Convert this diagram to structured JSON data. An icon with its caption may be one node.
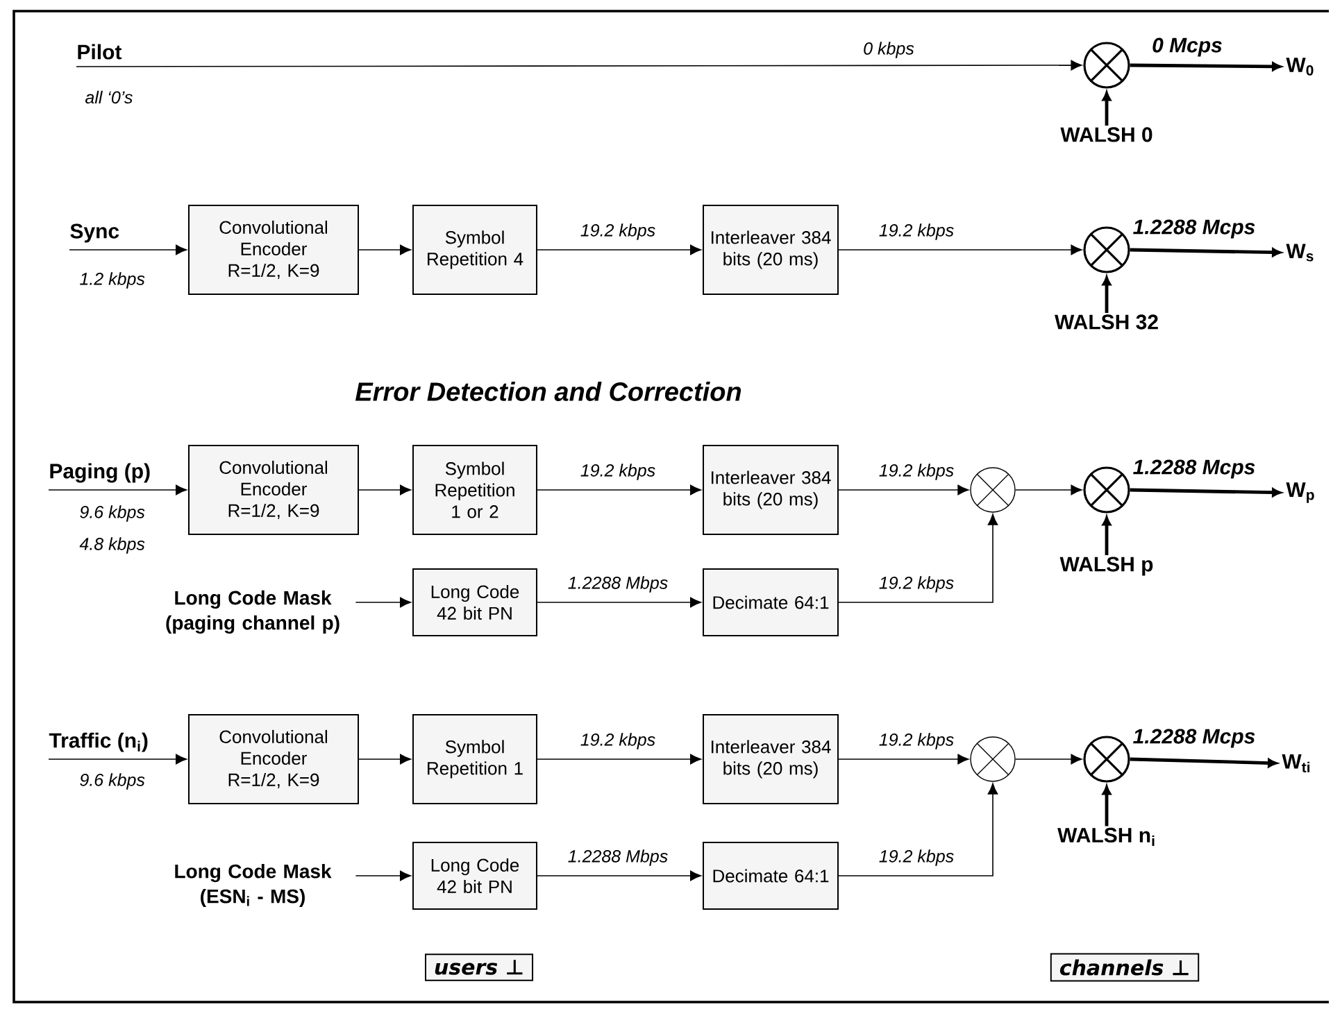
{
  "diagram": {
    "nodes": [
      {
        "text": [
          "Pilot"
        ],
        "beside": [
          "all ‘0’s"
        ]
      },
      {
        "text": [],
        "shape": "circle"
      },
      {
        "text": [
          "WALSH 0"
        ]
      },
      {
        "text": [
          "W$_{0}$"
        ]
      },
      {
        "text": [
          "Sync"
        ],
        "beside": [
          "1.2 kbps"
        ]
      },
      {
        "text": [
          "Convolutional Encoder R=1/2, K=9"
        ]
      },
      {
        "text": [
          "Symbol Repetition 4"
        ]
      },
      {
        "text": [
          "Interleaver 384 bits (20 ms)"
        ]
      },
      {
        "text": [],
        "shape": "circle"
      },
      {
        "text": [
          "WALSH 32"
        ]
      },
      {
        "text": [
          "W$_{s}$"
        ]
      },
      {
        "text": [
          "Paging (p)"
        ],
        "beside": [
          "9.6 kbps",
          "4.8 kbps"
        ]
      },
      {
        "text": [
          "Convolutional Encoder R=1/2, K=9"
        ]
      },
      {
        "text": [
          "Symbol Repetition 1 or 2"
        ]
      },
      {
        "text": [
          "Interleaver 384 bits (20 ms)"
        ]
      },
      {
        "text": [],
        "shape": "circle"
      },
      {
        "text": [],
        "shape": "circle"
      },
      {
        "text": [
          "WALSH p"
        ]
      },
      {
        "text": [
          "W$_{p}$"
        ]
      },
      {
        "text": [
          "Long Code Mask (paging channel p)"
        ]
      },
      {
        "text": [
          "Long Code 42 bit PN"
        ]
      },
      {
        "text": [
          "Decimate 64:1"
        ]
      },
      {
        "text": [
          "Traffic (n$_{i}$)"
        ],
        "beside": [
          "9.6 kbps"
        ]
      },
      {
        "text": [
          "Convolutional Encoder R=1/2, K=9"
        ]
      },
      {
        "text": [
          "Symbol Repetition 1"
        ]
      },
      {
        "text": [
          "Interleaver 384 bits (20 ms)"
        ]
      },
      {
        "text": [],
        "shape": "circle"
      },
      {
        "text": [],
        "shape": "circle"
      },
      {
        "text": [
          "WALSH n$_{i}$"
        ]
      },
      {
        "text": [
          "W$_{ti}$"
        ]
      },
      {
        "text": [
          "Long Code Mask (ESN$_{i}$ - MS)"
        ]
      },
      {
        "text": [
          "Long Code 42 bit PN"
        ]
      },
      {
        "text": [
          "Decimate 64:1"
        ]
      },
      {
        "text": [
          "users ⊥"
        ]
      },
      {
        "text": [
          "channels ⊥"
        ]
      }
    ],
    "edges": [
      {
        "from": 0,
        "to": 1,
        "arrow": "to",
        "label": "0 kbps"
      },
      {
        "from": 2,
        "to": 1,
        "arrow": "to",
        "style": "thick"
      },
      {
        "from": 1,
        "to": 3,
        "arrow": "to",
        "label": "0 Mcps",
        "style": "thick"
      },
      {
        "from": 4,
        "to": 5,
        "arrow": "to"
      },
      {
        "from": 5,
        "to": 6,
        "arrow": "to"
      },
      {
        "from": 6,
        "to": 7,
        "arrow": "to",
        "label": "19.2 kbps"
      },
      {
        "from": 7,
        "to": 8,
        "arrow": "to",
        "label": "19.2 kbps"
      },
      {
        "from": 9,
        "to": 8,
        "arrow": "to",
        "style": "thick"
      },
      {
        "from": 8,
        "to": 10,
        "arrow": "to",
        "label": "1.2288 Mcps",
        "style": "thick"
      },
      {
        "from": 11,
        "to": 12,
        "arrow": "to"
      },
      {
        "from": 12,
        "to": 13,
        "arrow": "to"
      },
      {
        "from": 13,
        "to": 14,
        "arrow": "to",
        "label": "19.2 kbps"
      },
      {
        "from": 14,
        "to": 15,
        "arrow": "to",
        "label": "19.2 kbps"
      },
      {
        "from": 15,
        "to": 16,
        "arrow": "to"
      },
      {
        "from": 17,
        "to": 16,
        "arrow": "to",
        "style": "thick"
      },
      {
        "from": 16,
        "to": 18,
        "arrow": "to",
        "label": "1.2288 Mcps",
        "style": "thick"
      },
      {
        "from": 19,
        "to": 20,
        "arrow": "to"
      },
      {
        "from": 20,
        "to": 21,
        "arrow": "to",
        "label": "1.2288 Mbps"
      },
      {
        "from": 21,
        "to": 15,
        "arrow": "to",
        "label": "19.2 kbps"
      },
      {
        "from": 22,
        "to": 23,
        "arrow": "to"
      },
      {
        "from": 23,
        "to": 24,
        "arrow": "to"
      },
      {
        "from": 24,
        "to": 25,
        "arrow": "to",
        "label": "19.2 kbps"
      },
      {
        "from": 25,
        "to": 26,
        "arrow": "to",
        "label": "19.2 kbps"
      },
      {
        "from": 26,
        "to": 27,
        "arrow": "to"
      },
      {
        "from": 28,
        "to": 27,
        "arrow": "to",
        "style": "thick"
      },
      {
        "from": 27,
        "to": 29,
        "arrow": "to",
        "label": "1.2288 Mcps",
        "style": "thick"
      },
      {
        "from": 30,
        "to": 31,
        "arrow": "to"
      },
      {
        "from": 31,
        "to": 32,
        "arrow": "to",
        "label": "1.2288 Mbps"
      },
      {
        "from": 32,
        "to": 26,
        "arrow": "to",
        "label": "19.2 kbps"
      }
    ],
    "labels": [
      "Error Detection and Correction"
    ]
  }
}
